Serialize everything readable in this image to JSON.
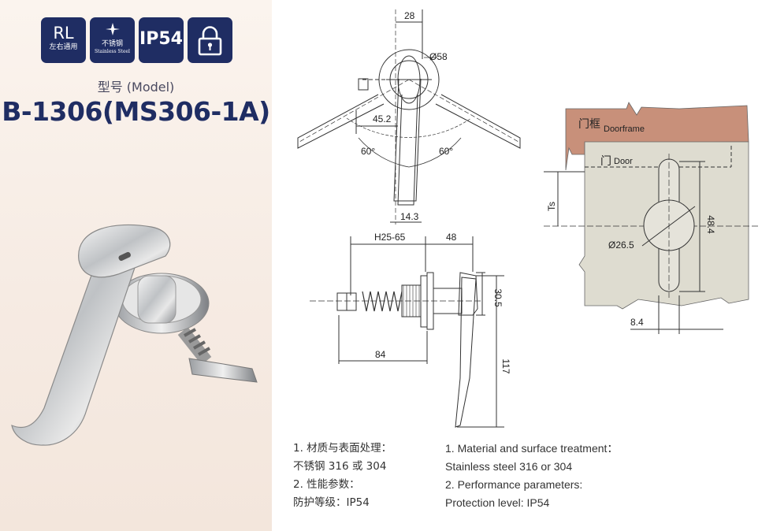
{
  "badges": {
    "rl": {
      "title": "RL",
      "subtitle": "左右通用"
    },
    "stainless": {
      "title": "不锈钢",
      "subtitle": "Stainless Steel"
    },
    "ip": {
      "title": "IP54"
    },
    "lock": {
      "icon": "padlock-icon"
    }
  },
  "model_label": "型号 (Model)",
  "model_name": "B-1306(MS306-1A)",
  "top_view": {
    "width": "28",
    "diameter": "Ø58",
    "offset": "45.2",
    "angle_left": "60°",
    "angle_right": "60°",
    "bottom": "14.3"
  },
  "side_view": {
    "h_range": "H25-65",
    "w48": "48",
    "d30": "30.5",
    "len84": "84",
    "height": "117"
  },
  "cutout": {
    "doorframe_cn": "门框",
    "doorframe_en": "Doorframe",
    "door_cn": "门",
    "door_en": "Door",
    "ts": "Ts",
    "height": "48.4",
    "diameter": "Ø26.5",
    "slot": "8.4"
  },
  "specs_cn": [
    "1. 材质与表面处理：",
    "不锈钢 316 或 304",
    "2. 性能参数：",
    "防护等级：IP54"
  ],
  "specs_en": [
    "1. Material and surface treatment：",
    "Stainless steel 316 or 304",
    "2. Performance parameters:",
    "Protection level: IP54"
  ],
  "colors": {
    "badge": "#1f2d63",
    "doorframe": "#c8907a",
    "door": "#dedcd0"
  }
}
